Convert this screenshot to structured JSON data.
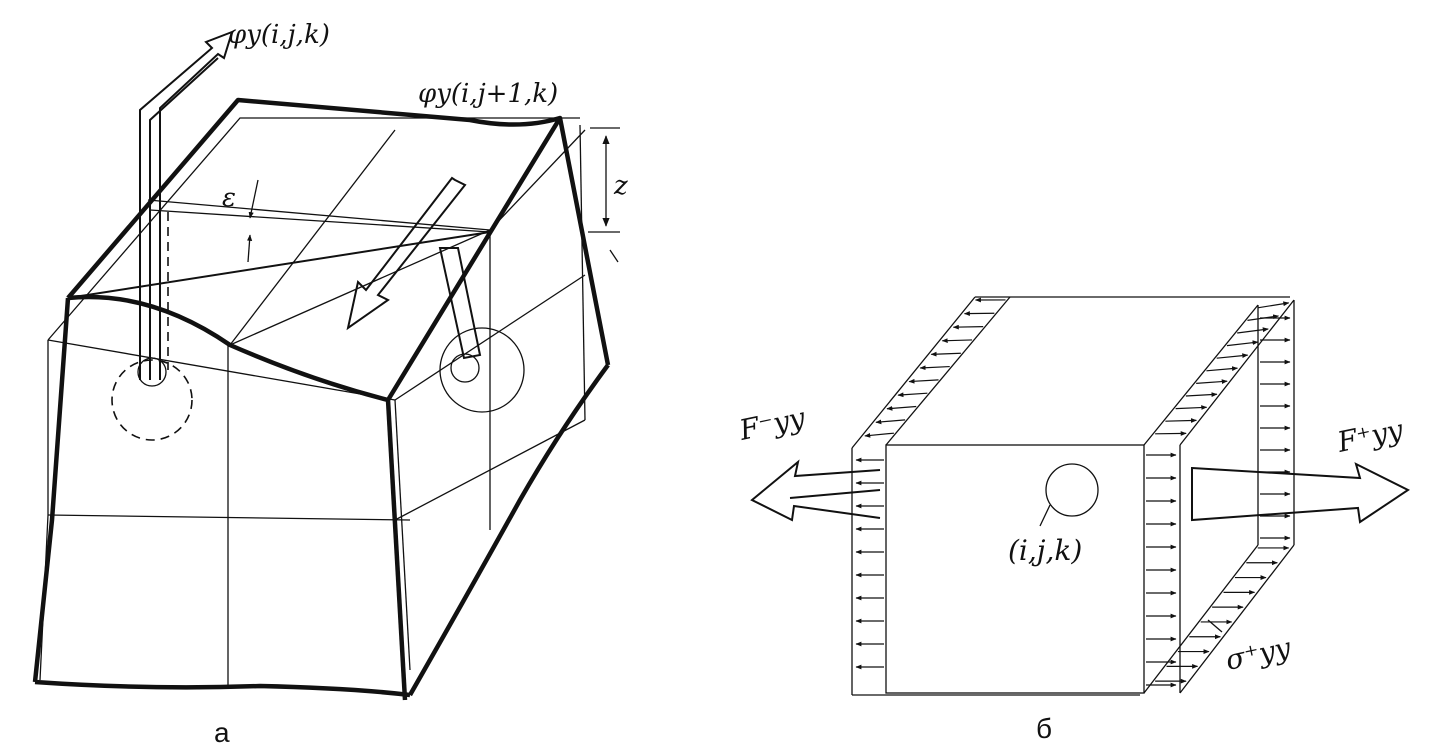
{
  "panel_a": {
    "caption": "а",
    "flux_in_label": "φy(i,j,k)",
    "flux_out_label": "φy(i,j+1,k)",
    "strain_label": "ε",
    "z_label": "z"
  },
  "panel_b": {
    "caption": "б",
    "force_minus_label": "F⁻yy",
    "force_plus_label": "F⁺yy",
    "stress_label": "σ⁺yy",
    "cell_label": "(i,j,k)"
  }
}
